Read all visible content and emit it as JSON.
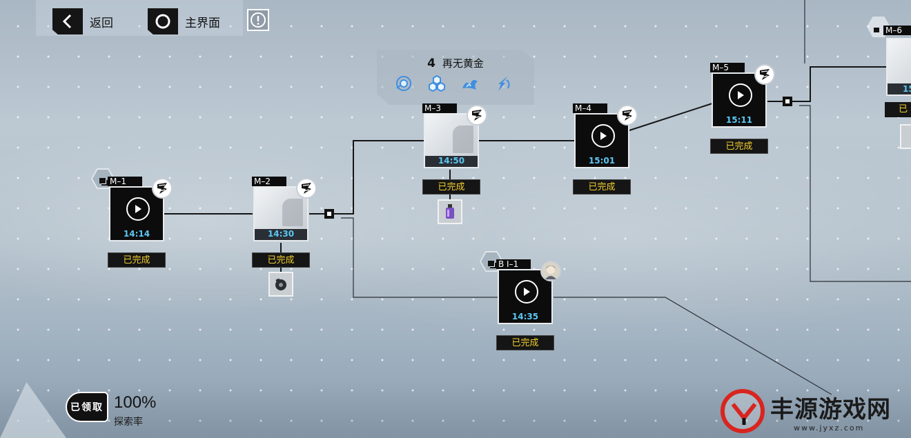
{
  "nav": {
    "back_label": "返回",
    "home_label": "主界面"
  },
  "objective": {
    "number": "4",
    "title": "再无黄金",
    "icons": [
      "vortex-icon",
      "hexagon-cluster-icon",
      "splash-icon",
      "lightning-hand-icon"
    ]
  },
  "status_done": "已完成",
  "nodes": {
    "m1": {
      "code": "M–1",
      "time": "14:14",
      "status": "已完成"
    },
    "m2": {
      "code": "M–2",
      "time": "14:30",
      "status": "已完成"
    },
    "m3": {
      "code": "M–3",
      "time": "14:50",
      "status": "已完成"
    },
    "m4": {
      "code": "M–4",
      "time": "15:01",
      "status": "已完成"
    },
    "m5": {
      "code": "M–5",
      "time": "15:11",
      "status": "已完成"
    },
    "m6": {
      "code": "M–6",
      "time": "15",
      "status": "已"
    },
    "bi1": {
      "code": "B I–1",
      "time": "14:35",
      "status": "已完成"
    }
  },
  "footer": {
    "claim_label": "已领取",
    "rate_value": "100%",
    "rate_label": "探索率"
  },
  "watermark": {
    "text": "丰源游戏网",
    "url": "www.jyxz.com"
  },
  "colors": {
    "accent_time": "#5cc8f5",
    "status_text": "#f2cf2e",
    "watermark_red": "#d8251f"
  }
}
